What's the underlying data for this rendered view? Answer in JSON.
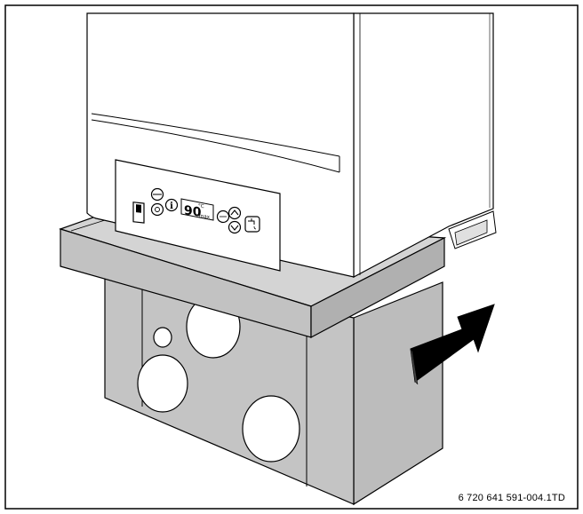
{
  "figure": {
    "document_code": "6 720 641 591-004.1TD"
  },
  "control_panel": {
    "display_value": "90",
    "display_unit": "°C",
    "display_label": "max"
  },
  "colors": {
    "outline": "#000000",
    "boiler_body": "#ffffff",
    "stand_top": "#c8c8c8",
    "stand_side": "#b8b8b8",
    "arrow": "#000000"
  },
  "icons": {
    "power_switch": "power-switch-icon",
    "reset": "reset-icon",
    "chimney_sweep": "chimney-sweep-icon",
    "info": "info-icon",
    "lcd": "lcd-display-icon",
    "mode": "mode-button-icon",
    "up": "arrow-up-icon",
    "down": "arrow-down-icon",
    "hot_water": "hot-water-tap-icon"
  }
}
